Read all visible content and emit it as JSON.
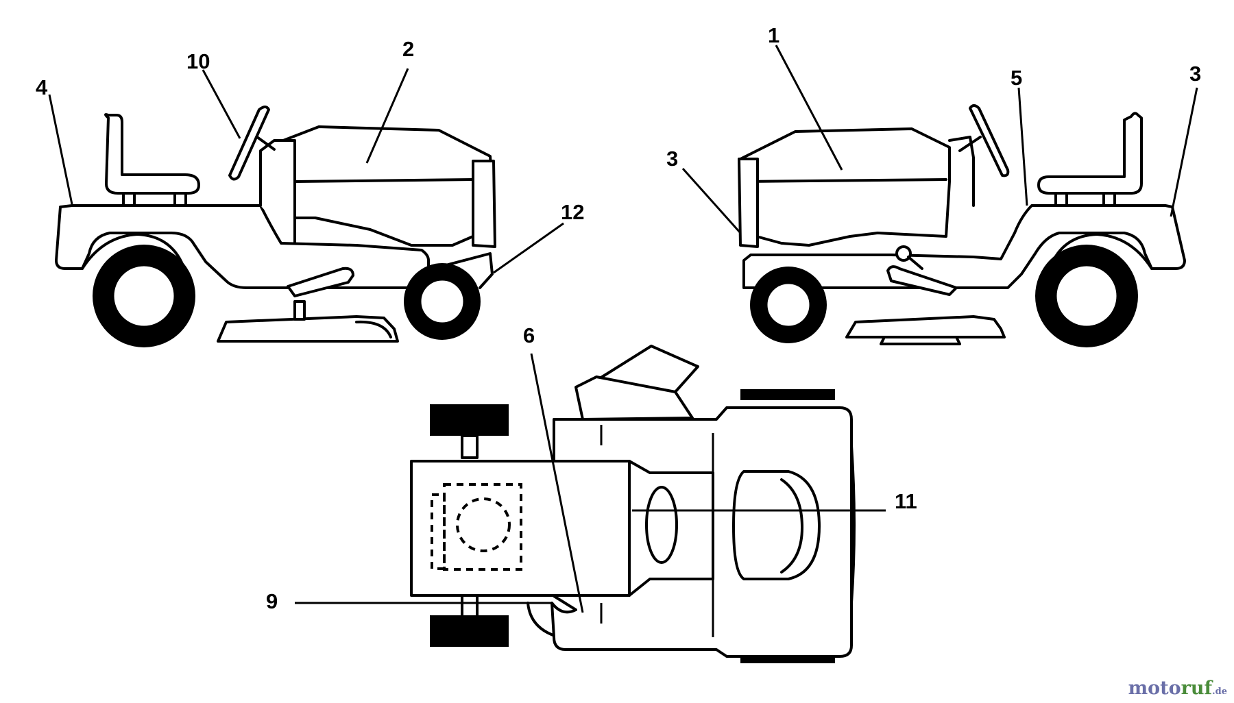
{
  "callouts": {
    "c1": "1",
    "c2": "2",
    "c3a": "3",
    "c3b": "3",
    "c4": "4",
    "c5": "5",
    "c6": "6",
    "c9": "9",
    "c10": "10",
    "c11": "11",
    "c12": "12"
  },
  "watermark": {
    "part1": "moto",
    "part2": "ruf",
    "part3": ".de"
  }
}
